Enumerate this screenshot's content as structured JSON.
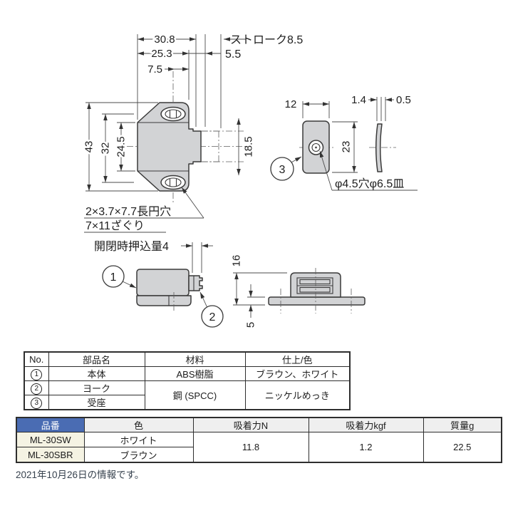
{
  "drawing": {
    "front_view": {
      "dim_total_width": "30.8",
      "dim_body_width": "25.3",
      "dim_offset": "7.5",
      "dim_protrusion": "5.5",
      "stroke_label": "ストローク8.5",
      "dim_total_height": "43",
      "dim_hole_pitch": "32",
      "dim_body_height": "24.5",
      "dim_latch_height": "18.5",
      "hole_note_line1": "2×3.7×7.7長円穴",
      "hole_note_line2": "7×11ざぐり"
    },
    "catch_plate": {
      "callout": "3",
      "dim_width": "12",
      "dim_height": "23",
      "dim_thickness_total": "1.4",
      "dim_thickness_plate": "0.5",
      "hole_note": "φ4.5穴φ6.5皿"
    },
    "side_view": {
      "push_note": "開閉時押込量4",
      "callout_body": "1",
      "callout_yoke": "2"
    },
    "bottom_view": {
      "dim_height": "16",
      "dim_base": "5"
    }
  },
  "parts_table": {
    "headers": {
      "no": "No.",
      "name": "部品名",
      "material": "材料",
      "finish": "仕上/色"
    },
    "rows": [
      {
        "no": "1",
        "name": "本体",
        "material": "ABS樹脂",
        "finish": "ブラウン、ホワイト"
      },
      {
        "no": "2",
        "name": "ヨーク",
        "material": "鋼 (SPCC)",
        "finish": "ニッケルめっき"
      },
      {
        "no": "3",
        "name": "受座"
      }
    ]
  },
  "spec_table": {
    "headers": {
      "code": "品番",
      "color": "色",
      "force_n": "吸着力N",
      "force_kgf": "吸着力kgf",
      "mass": "質量g"
    },
    "rows": [
      {
        "code": "ML-30SW",
        "color": "ホワイト"
      },
      {
        "code": "ML-30SBR",
        "color": "ブラウン"
      }
    ],
    "force_n": "11.8",
    "force_kgf": "1.2",
    "mass": "22.5"
  },
  "footer": {
    "note": "2021年10月26日の情報です。"
  },
  "colors": {
    "accent_blue": "#4a6cb3",
    "part_fill": "#d2d3d5",
    "code_cell_bg": "#f5f3e3"
  }
}
